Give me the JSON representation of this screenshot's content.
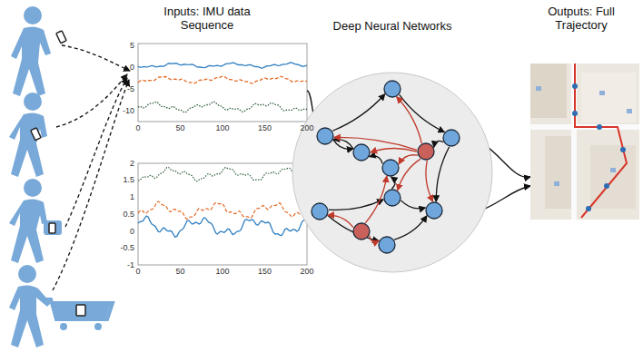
{
  "diagram": {
    "labels": [
      "Inputs: IMU data Sequence",
      "Deep Neural Networks",
      "Outputs: Full Trajectory",
      "5",
      "0",
      "-5",
      "-10",
      "0",
      "50",
      "100",
      "150",
      "200",
      "2",
      "1.5",
      "1",
      "0.5",
      "0",
      "-0.5",
      "-1",
      "0",
      "50",
      "100",
      "150",
      "200"
    ]
  }
}
